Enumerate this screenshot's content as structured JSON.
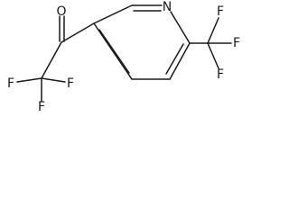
{
  "molecule": {
    "atoms": {
      "oxygen": "O",
      "nitrogen": "N",
      "fluorine": "F"
    },
    "colors": {
      "bond": "#1a1a1a",
      "background": "#ffffff"
    }
  }
}
